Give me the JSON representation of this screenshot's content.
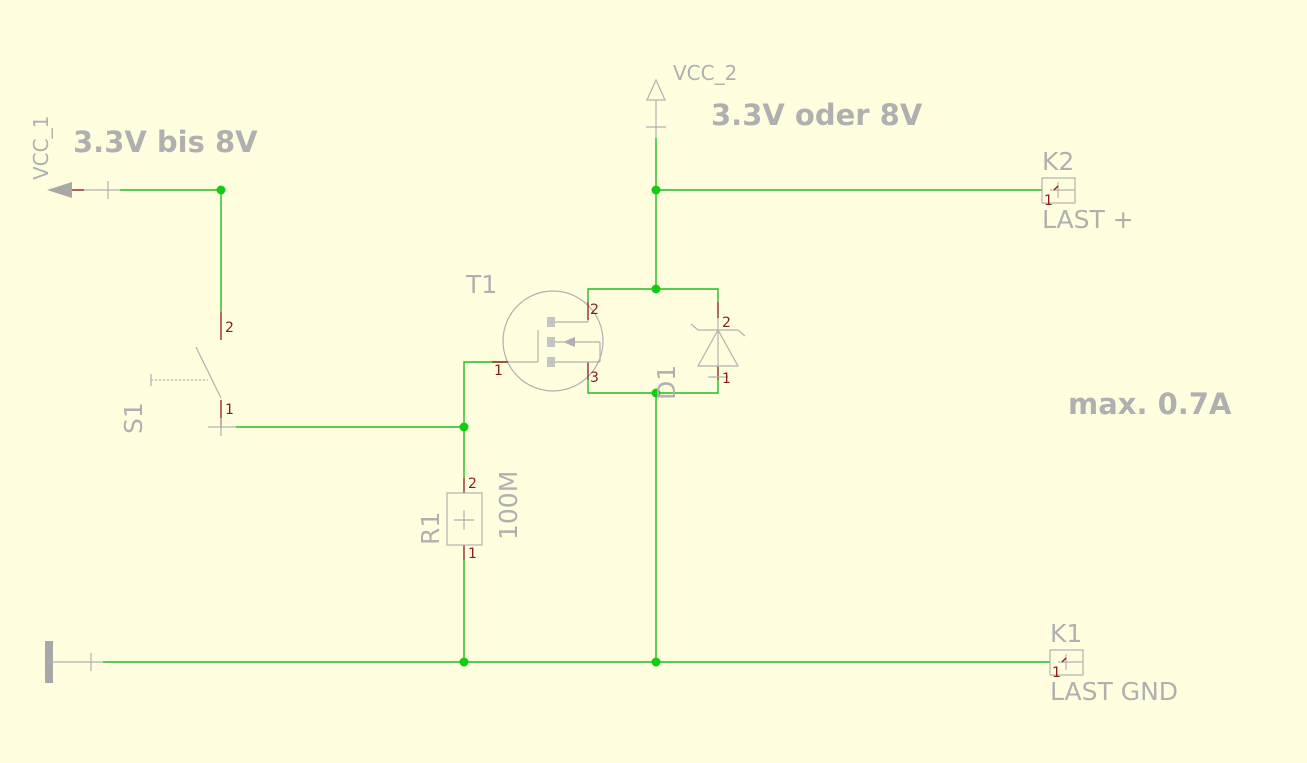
{
  "annotations": {
    "vcc1_range": "3.3V bis 8V",
    "vcc2_range": "3.3V oder 8V",
    "max_current": "max. 0.7A"
  },
  "nets": {
    "vcc1": "VCC_1",
    "vcc2": "VCC_2"
  },
  "components": {
    "switch": {
      "ref": "S1",
      "pin1": "1",
      "pin2": "2"
    },
    "transistor": {
      "ref": "T1",
      "pin1": "1",
      "pin2": "2",
      "pin3": "3"
    },
    "diode": {
      "ref": "D1",
      "pin1": "1",
      "pin2": "2"
    },
    "resistor": {
      "ref": "R1",
      "value": "100M",
      "pin1": "1",
      "pin2": "2"
    },
    "connector_k2": {
      "ref": "K2",
      "label": "LAST +",
      "pin1": "1"
    },
    "connector_k1": {
      "ref": "K1",
      "label": "LAST GND",
      "pin1": "1"
    }
  },
  "colors": {
    "background": "#ffffe0",
    "wire": "#22bb22",
    "junction": "#11cc11",
    "symbol": "#b0b0b0",
    "pin": "#8b1a1a"
  }
}
